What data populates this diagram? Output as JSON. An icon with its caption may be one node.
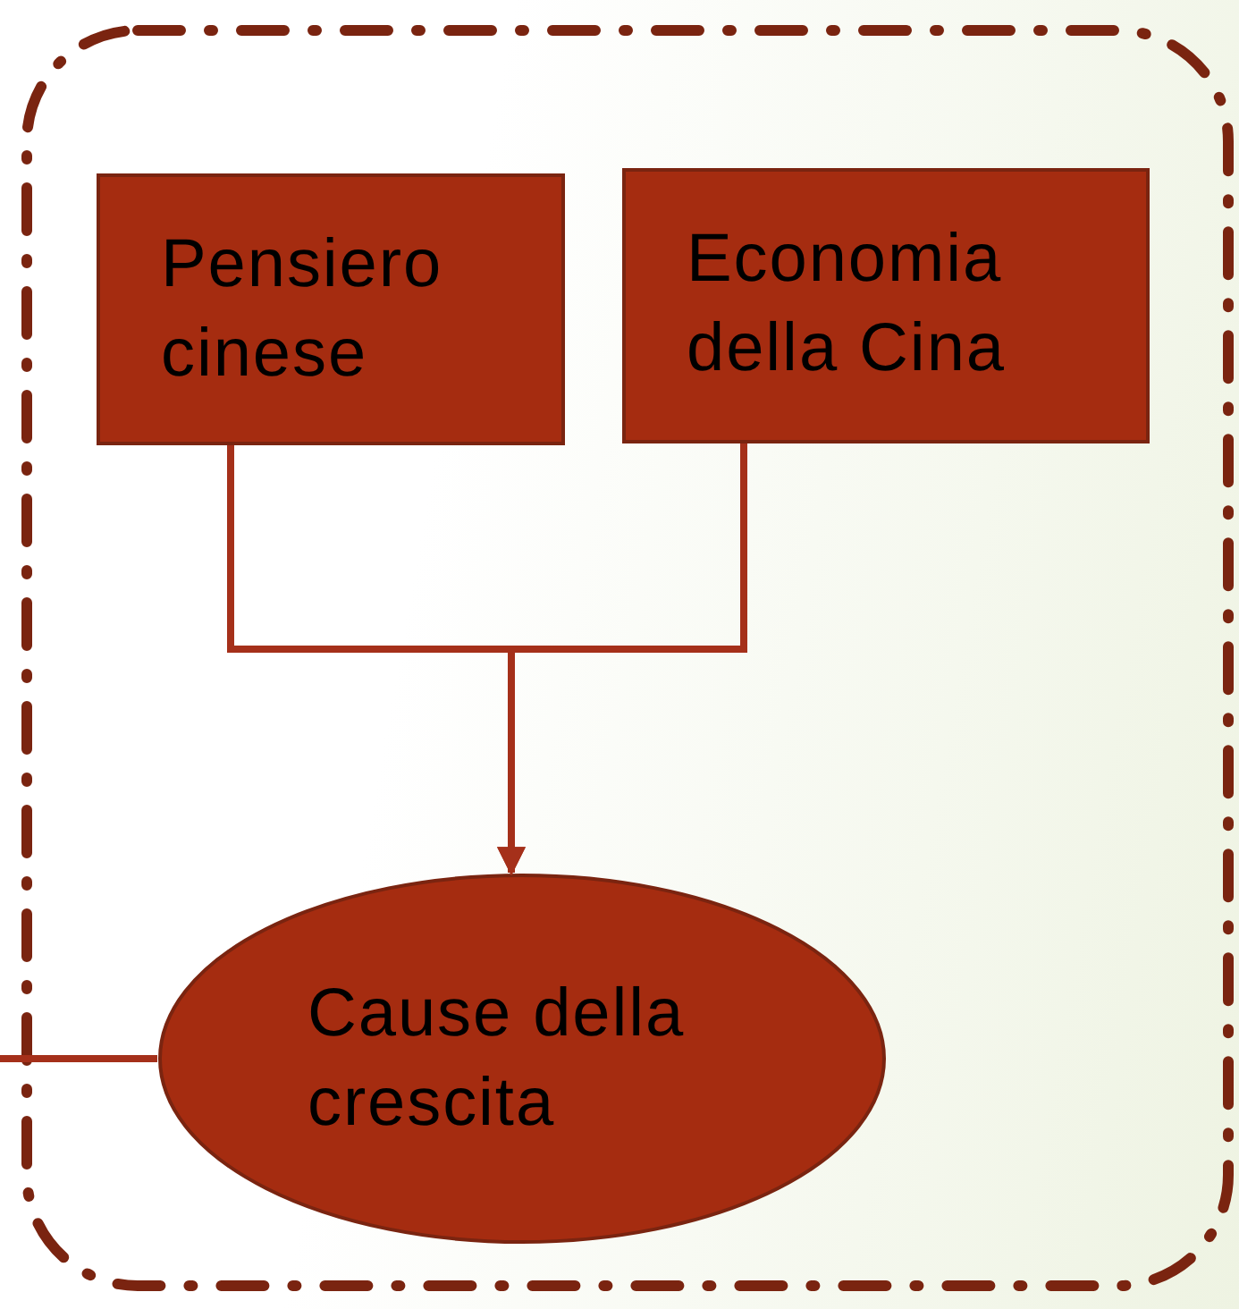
{
  "diagram": {
    "nodes": [
      {
        "text": [],
        "shape": "box"
      },
      {
        "text": [
          "Pensiero cinese"
        ],
        "in": 0
      },
      {
        "text": [
          "Economia della Cina"
        ],
        "in": 0
      },
      {
        "text": [
          "Cause della crescita"
        ],
        "in": 0
      }
    ],
    "edges": [
      {
        "from": 1,
        "to": 3,
        "arrow": "to"
      },
      {
        "from": 2,
        "to": 3,
        "arrow": "to"
      },
      {
        "from": 3,
        "to": null,
        "arrow": "none"
      }
    ]
  }
}
